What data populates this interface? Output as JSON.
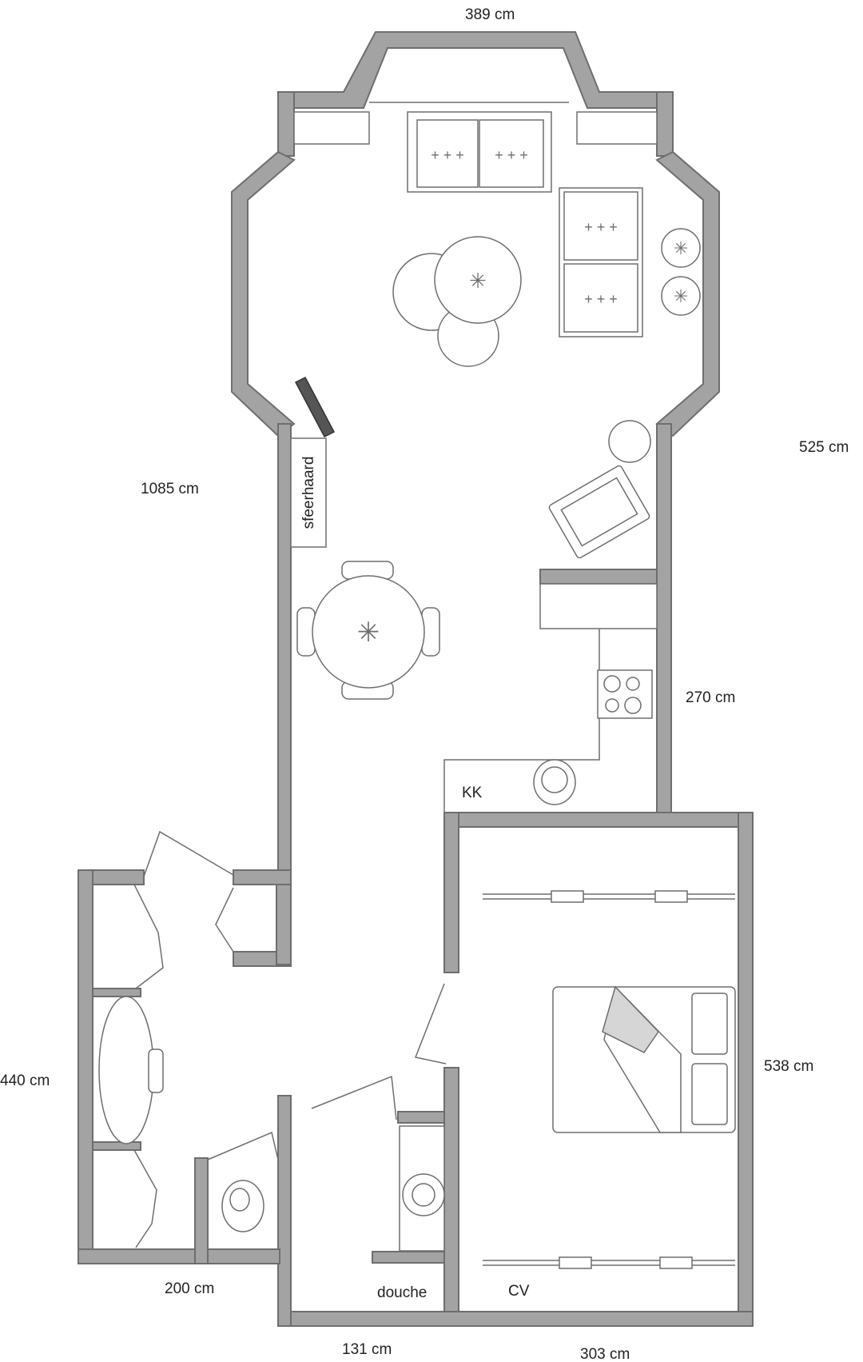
{
  "dimensions": {
    "top": "389 cm",
    "right_upper": "525 cm",
    "left_upper": "1085 cm",
    "kitchen": "270 cm",
    "right_lower": "538 cm",
    "left_lower": "440 cm",
    "bottom_left": "200 cm",
    "bottom_mid": "131 cm",
    "bottom_right": "303 cm"
  },
  "labels": {
    "fireplace": "sfeerhaard",
    "kitchen": "KK",
    "shower": "douche",
    "boiler": "CV"
  },
  "colors": {
    "wall": "#a3a3a3",
    "outline": "#6e6e6e",
    "text": "#222222"
  }
}
